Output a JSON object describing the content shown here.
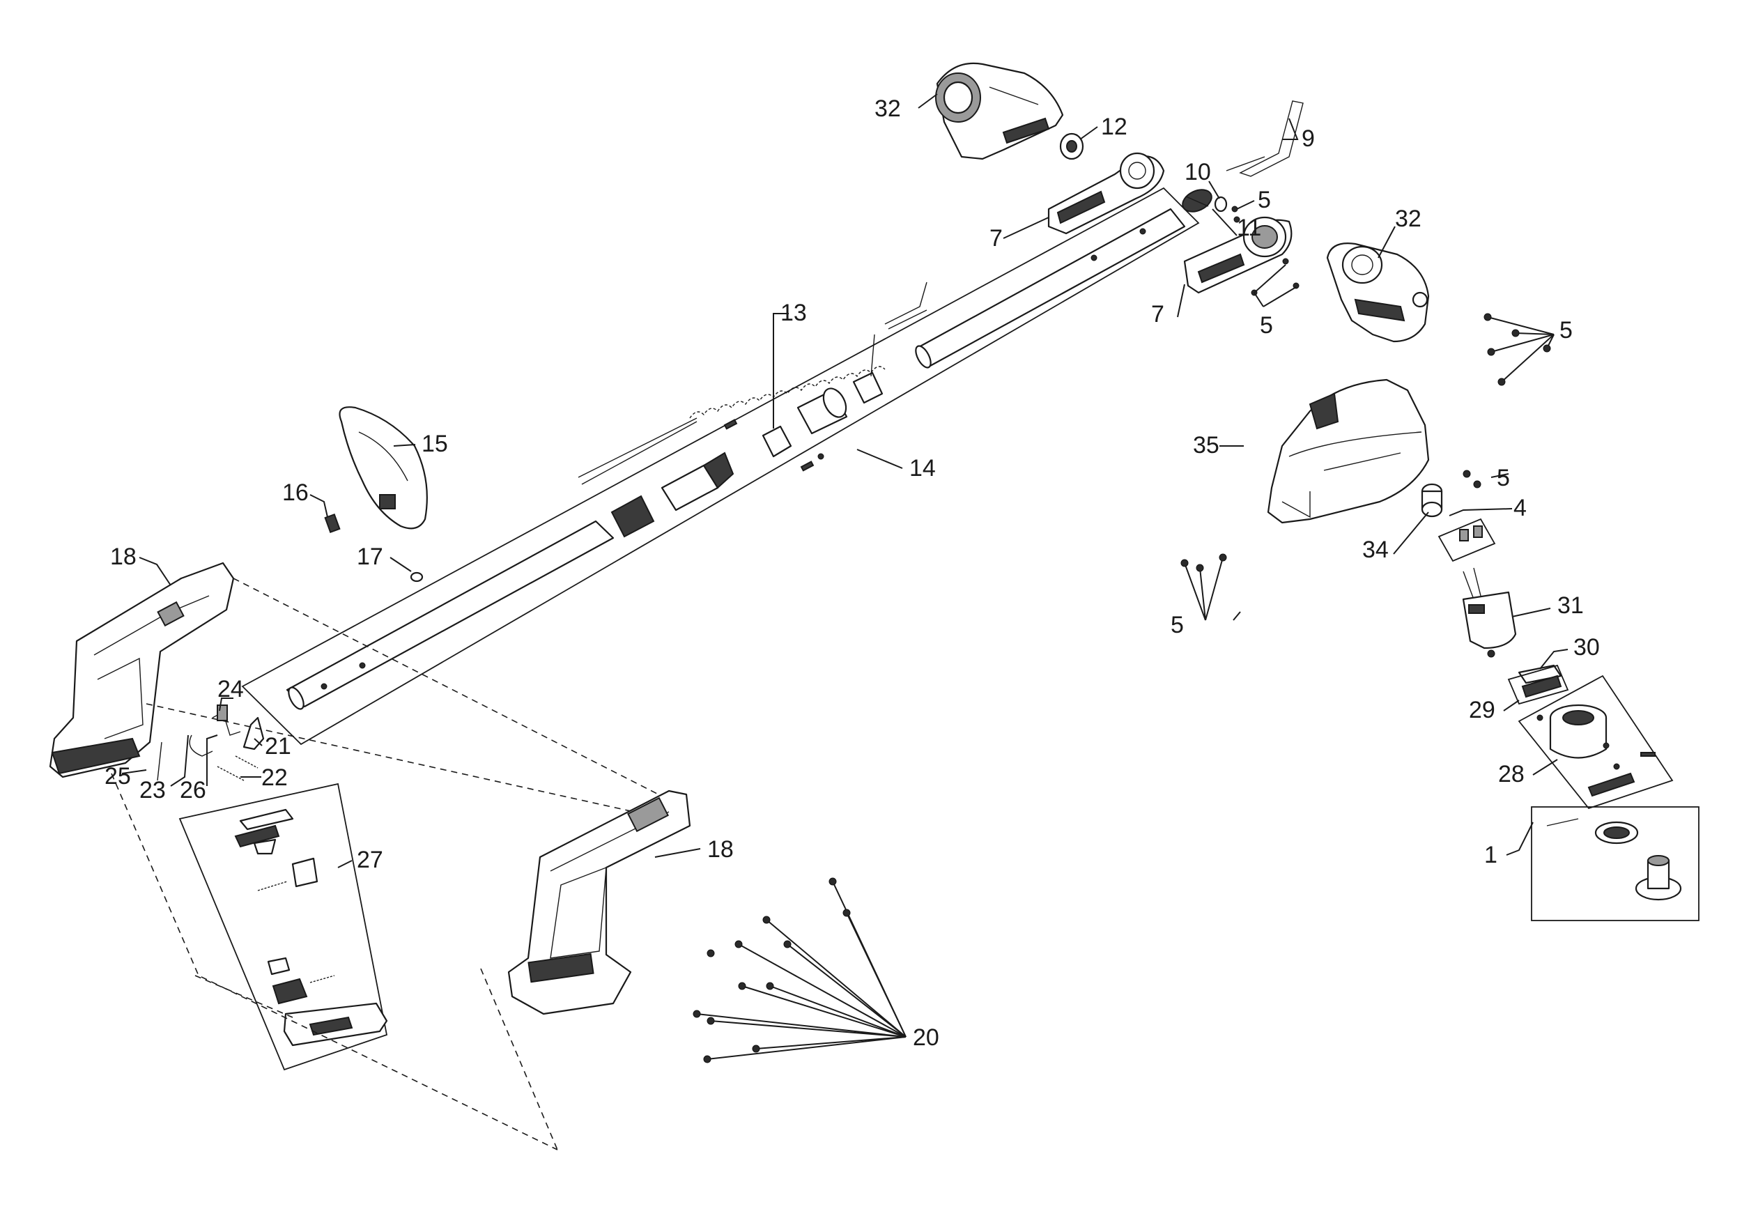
{
  "callouts": {
    "c1": "1",
    "c4": "4",
    "c5a": "5",
    "c5b": "5",
    "c5c": "5",
    "c5d": "5",
    "c5e": "5",
    "c7a": "7",
    "c7b": "7",
    "c9": "9",
    "c10": "10",
    "c11": "11",
    "c12": "12",
    "c13": "13",
    "c14": "14",
    "c15": "15",
    "c16": "16",
    "c17": "17",
    "c18a": "18",
    "c18b": "18",
    "c20": "20",
    "c21": "21",
    "c22": "22",
    "c23": "23",
    "c24": "24",
    "c25": "25",
    "c26": "26",
    "c27": "27",
    "c28": "28",
    "c29": "29",
    "c30": "30",
    "c31": "31",
    "c32a": "32",
    "c32b": "32",
    "c34": "34",
    "c35": "35"
  },
  "colors": {
    "line": "#1a1a1a",
    "fill_dark": "#3a3a3a",
    "fill_mid": "#9a9a9a",
    "background": "#ffffff"
  }
}
